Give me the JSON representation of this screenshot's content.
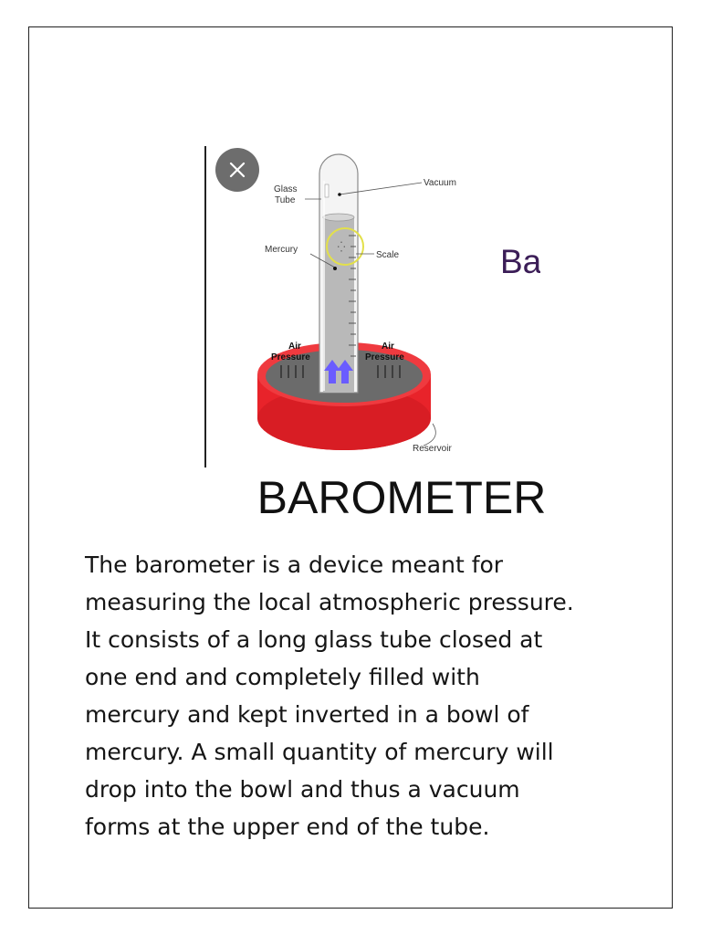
{
  "diagram": {
    "labels": {
      "glass_tube_1": "Glass",
      "glass_tube_2": "Tube",
      "vacuum": "Vacuum",
      "mercury": "Mercury",
      "scale": "Scale",
      "air_left_1": "Air",
      "air_left_2": "Pressure",
      "air_right_1": "Air",
      "air_right_2": "Pressure",
      "reservoir": "Reservoir"
    },
    "colors": {
      "reservoir": "#e8232a",
      "mercury_pool": "#6b6b6b",
      "tube": "#bfbfbf",
      "arrows": "#6a5cff"
    }
  },
  "close_icon": "close-icon",
  "side_text": "Ba",
  "title": "BAROMETER",
  "body_lines": [
    "The barometer is a device meant for",
    "measuring the local atmospheric pressure.",
    "It consists of a long glass tube closed at",
    "one end and completely filled with",
    "mercury and kept inverted in a bowl of",
    "mercury. A small quantity of mercury will",
    "drop into the bowl and thus a vacuum",
    "forms at the upper end of the tube."
  ]
}
